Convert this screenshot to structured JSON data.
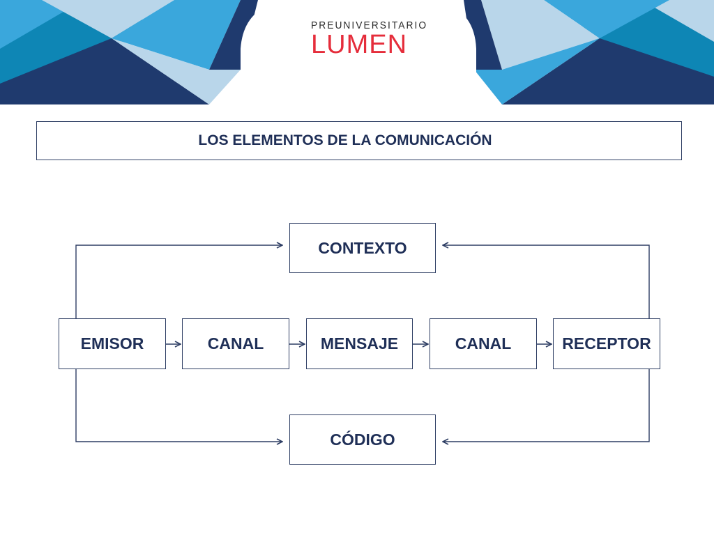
{
  "logo": {
    "top_text": "PREUNIVERSITARIO",
    "main_text": "LUMEN",
    "colors": {
      "top_text": "#2a2a2a",
      "main_text": "#e52d3b"
    }
  },
  "banner": {
    "colors": [
      "#1f3a6e",
      "#0e86b5",
      "#3aa7dc",
      "#b9d6ea"
    ]
  },
  "diagram": {
    "title": "LOS ELEMENTOS DE LA COMUNICACIÓN",
    "nodes": {
      "contexto": "CONTEXTO",
      "emisor": "EMISOR",
      "canal_1": "CANAL",
      "mensaje": "MENSAJE",
      "canal_2": "CANAL",
      "receptor": "RECEPTOR",
      "codigo": "CÓDIGO"
    },
    "edges": [
      {
        "from": "emisor",
        "to": "canal_1"
      },
      {
        "from": "canal_1",
        "to": "mensaje"
      },
      {
        "from": "mensaje",
        "to": "canal_2"
      },
      {
        "from": "canal_2",
        "to": "receptor"
      },
      {
        "from": "emisor",
        "to": "contexto"
      },
      {
        "from": "receptor",
        "to": "contexto"
      },
      {
        "from": "emisor",
        "to": "codigo"
      },
      {
        "from": "receptor",
        "to": "codigo"
      }
    ],
    "colors": {
      "line": "#2d3d63",
      "text": "#1f2f57"
    }
  }
}
